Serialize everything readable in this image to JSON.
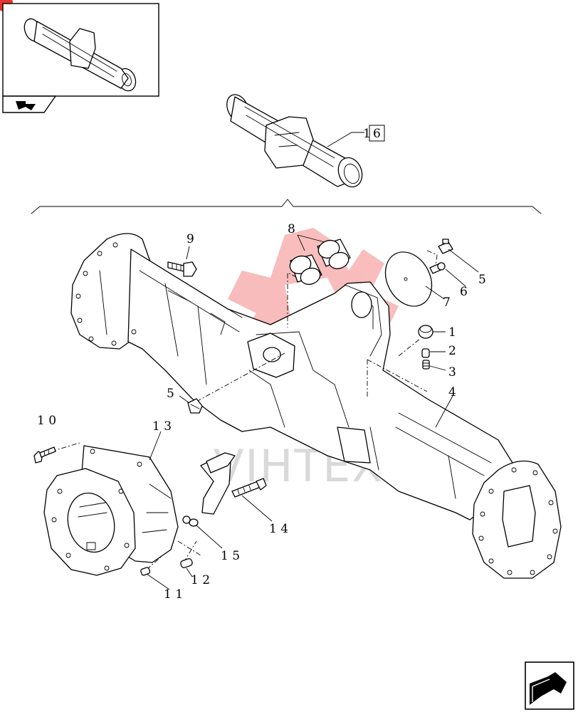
{
  "reference_box_label": "6",
  "reference_prefix": "1",
  "watermark_text": "VIHTEX",
  "callouts": {
    "c1": "1",
    "c2": "2",
    "c3": "3",
    "c4": "4",
    "c5a": "5",
    "c5b": "5",
    "c6": "6",
    "c7": "7",
    "c8": "8",
    "c9": "9",
    "c10": "1 0",
    "c11": "1 1",
    "c12": "1 2",
    "c13": "1 3",
    "c14": "1 4",
    "c15": "1 5"
  },
  "colors": {
    "ink": "#000000",
    "watermark_red": "#e8332e",
    "background": "#ffffff"
  },
  "icons": {
    "thumbnail_nav": "arrow-back-icon",
    "corner_nav": "next-page-arrow-icon"
  }
}
